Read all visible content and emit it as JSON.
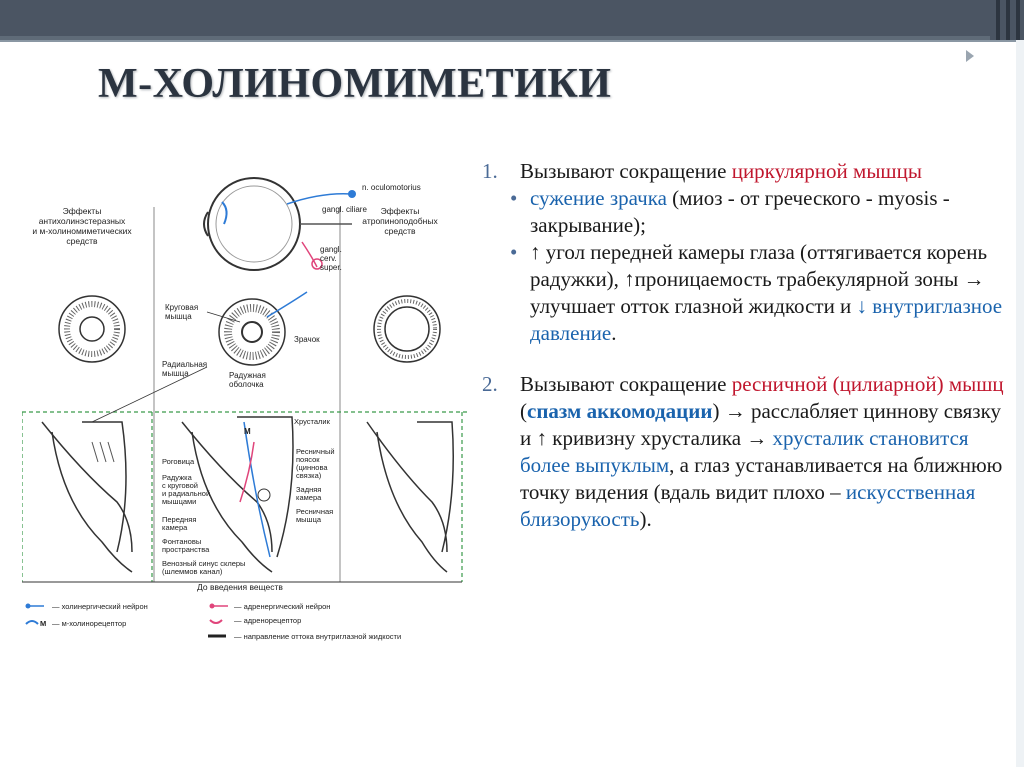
{
  "slide": {
    "title": "М-ХОЛИНОМИМЕТИКИ"
  },
  "colors": {
    "title": "#2b3440",
    "red_emphasis": "#c0162d",
    "blue_emphasis": "#1a63ad",
    "cholinergic": "#2e7bd6",
    "adrenergic": "#e0457b",
    "top_bar": "#4b5563"
  },
  "figure": {
    "left_caption": [
      "Эффекты",
      "антихолинэстеразных",
      "и м-холиномиметических",
      "средств"
    ],
    "right_caption": [
      "Эффекты",
      "атропиноподобных",
      "средств"
    ],
    "nerve_labels": [
      "n. oculomotorius",
      "gangl. ciliare",
      "gangl.",
      "cerv.",
      "super."
    ],
    "labels": {
      "circular_muscle": [
        "Круговая",
        "мышца"
      ],
      "pupil": "Зрачок",
      "radial_muscle": [
        "Радиальная",
        "мышца"
      ],
      "iris": [
        "Радужная",
        "оболочка"
      ],
      "lens": "Хрусталик",
      "cornea": "Роговица",
      "iris_muscles": [
        "Радужка",
        "с круговой",
        "и радиальной",
        "мышцами"
      ],
      "anterior_chamber": [
        "Передняя",
        "камера"
      ],
      "fontana": [
        "Фонтановы",
        "пространства"
      ],
      "schlemm": [
        "Венозный синус склеры",
        "(шлеммов канал)"
      ],
      "zonule": [
        "Ресничный",
        "поясок",
        "(циннова",
        "связка)"
      ],
      "posterior_chamber": [
        "Задняя",
        "камера"
      ],
      "ciliary_muscle": [
        "Ресничная",
        "мышца"
      ],
      "m_marker": "M",
      "before": "До введения веществ"
    },
    "legend": [
      {
        "symbol": "M",
        "text": "— холинергический нейрон"
      },
      {
        "symbol": "",
        "text": "— м-холинорецептор"
      },
      {
        "symbol": "",
        "text": "— адренергический нейрон"
      },
      {
        "symbol": "",
        "text": "— адренорецептор"
      },
      {
        "symbol": "",
        "text": "— направление оттока внутриглазной жидкости"
      }
    ]
  },
  "points": {
    "p1": {
      "num": "1.",
      "lead": "Вызывают сокращение ",
      "red": "циркулярной мышцы",
      "bullets": {
        "b1_blue": "сужение зрачка",
        "b1_rest": " (миоз - от греческого - myosis - закрывание);",
        "b2_text": "↑ угол передней камеры глаза (оттягивается корень радужки), ↑проницаемость трабекулярной зоны → улучшает отток глазной жидкости и ",
        "b2_arrow": "↓",
        "b2_blue": " внутриглазное давление",
        "b2_end": "."
      }
    },
    "p2": {
      "num": "2.",
      "lead": "Вызывают сокращение ",
      "red": "ресничной (цилиарной) мышц",
      "paren_open": " (",
      "bold_blue": "спазм аккомодации",
      "mid": ") → расслабляет циннову связку и ↑ кривизну хрусталика → ",
      "blue": "хрусталик становится более выпуклым",
      "mid2": ", а глаз устанавливается на ближнюю точку видения (вдаль видит плохо – ",
      "blue2": "искусственная близорукость",
      "end": ")."
    }
  }
}
